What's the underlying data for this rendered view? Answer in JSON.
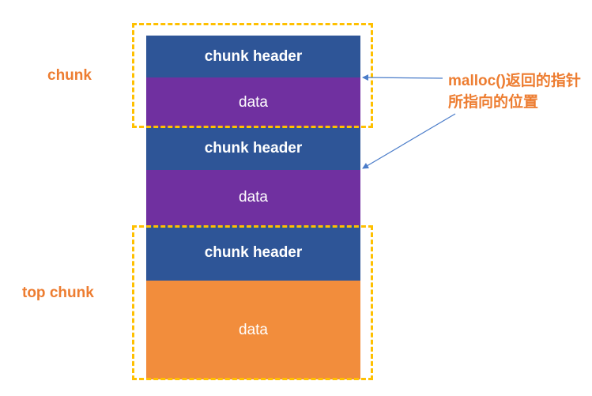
{
  "blocks": {
    "b1": "chunk header",
    "b2": "data",
    "b3": "chunk header",
    "b4": "data",
    "b5": "chunk header",
    "b6": "data"
  },
  "labels": {
    "chunk": "chunk",
    "top_chunk": "top chunk",
    "malloc": "malloc()返回的指针所指向的位置"
  },
  "colors": {
    "header": "#2e5597",
    "data_in_use": "#7030a0",
    "data_top": "#f28d3c",
    "dashed_outline": "#ffc000",
    "label_text": "#ed7d31",
    "arrow": "#4a7cc9"
  }
}
